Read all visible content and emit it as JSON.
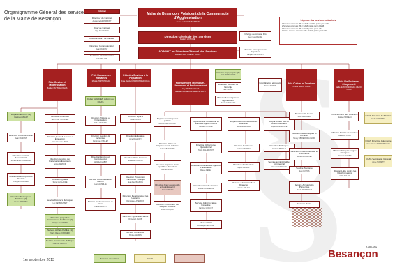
{
  "header": {
    "title": "Organigramme Général des services de la Mairie de Besançon",
    "date": "1er septembre 2013"
  },
  "top": {
    "cabinet": {
      "label": "Cabinet"
    },
    "dir_cabinet": {
      "label": "Directeur de Cabinet",
      "name": "Alexandre GRANDMONT"
    },
    "chef_cabinet": {
      "label": "Chef de Cabinet",
      "name": "Olga FALGAYRAS"
    },
    "collab_cabinet": {
      "label": "Collaborateurs de Cabinet"
    },
    "dir_communication": {
      "label": "Directeur Communication",
      "name": "Jean DUMONT"
    },
    "relations_int": {
      "label": "Relations Internationales",
      "name": "Célia PILLARD"
    },
    "maire": {
      "label": "Maire de Besançon, Président de la Communauté d'Agglomération",
      "name": "Jean Louis FOUSSERET"
    },
    "dgs": {
      "label": "Direction Générale des Services",
      "name": "Patrick AYACHE"
    },
    "adjoint": {
      "label": "ADJOINT au Directeur Général des Services",
      "name": "Bastien RUYSSEN - DGAS"
    },
    "mission_dg": {
      "label": "Chargé de mission DG",
      "name": "Jean Luc ZAGURA"
    },
    "sens": {
      "label": "Service Enseignement Supérieur",
      "name": "Jacques FALCONNET"
    },
    "coord": {
      "label": "Coordination et projets",
      "name": "Pascal TOITOT"
    },
    "topo": {
      "label": "Mission Topographie (1)",
      "name": "Joël MONTAIGNAT"
    },
    "energie": {
      "label": "Direction Maîtrise de l'Énergie",
      "name": "Eric MORIN"
    },
    "amenagement": {
      "label": "Mission Aménagement Agencement",
      "name": "Fanny GROSJEAN"
    }
  },
  "legend": {
    "title": "Légende des services mutualisés",
    "items": [
      "1 Services communs Ville / CAGB et CCAS portés par la Ville",
      "2 Services communs Ville / CAGB portés par la CAGB",
      "3 Services communs Ville / CCAS portés par la Ville",
      "4 Autres services communs Ville / CAGB portés par la Ville"
    ]
  },
  "poles": [
    {
      "label": "Pôle Gestion et Modernisation",
      "name": "Bastien RUYSSEN DGAS"
    },
    {
      "label": "Pôle Ressources Humaines",
      "name": "Mireille TORTOT DGAS"
    },
    {
      "label": "Pôle des Services à la Population",
      "name": "Anne Valérie CHARBONNIER DGAS"
    },
    {
      "label": "Pôle Services Techniques, Urbanisme et Environnement",
      "name": "Guy PRONIER DGST",
      "extra": "Matthieu MAIREDIOR Adjoint au DGST"
    },
    {
      "label": "Pôle Culture et Tourisme",
      "name": "Franck BILLOT DGAS"
    },
    {
      "label": "Pôle Vie Sociale et Citoyenneté",
      "name": "Nadia MANTIONC DGAS Ville DG CCAS"
    }
  ],
  "col1": [
    {
      "label": "Département TIC (1)",
      "name": "Claudie LAMBERT"
    },
    {
      "label": "Direction Communication",
      "name": "Jean DUMONT"
    },
    {
      "label": "Direction Contrôle Administratif",
      "name": "Marie-France FONGEAUD"
    },
    {
      "label": "Mission Développement Durable",
      "name": "Philippe TOURNIER"
    },
    {
      "label": "Direction Stratégie et Territoire (2)",
      "name": "Laurie MARCHET"
    }
  ],
  "col2": [
    {
      "label": "Direction Finances",
      "name": "Jean Louis TOURNIER"
    },
    {
      "label": "Direction Conseil Gestion et Évaluation",
      "name": "Anne Laurence PETIT"
    },
    {
      "label": "Direction Gestion des Partenariats Extérieurs",
      "name": "Agnès REMOND"
    },
    {
      "label": "Direction Qualité",
      "name": "Serge GUILLAUME"
    },
    {
      "label": "Service Dossiers Juridiques",
      "name": "Luc DESBOUSSET"
    },
    {
      "label": "Structure projet des Commandes Publiques (1)",
      "name": "Philippe GAUTHIER"
    },
    {
      "label": "Service Achats Publics (1)",
      "name": "Marie Claude FOURNIER"
    },
    {
      "label": "Service Commande Publique",
      "name": "Jean Luc GRUCHY"
    }
  ],
  "col3": [
    {
      "label": "Didier GRACIEN Adjoint au DGAS",
      "name": ""
    },
    {
      "label": "Direction Pilotage et Organisation",
      "name": "Didier GRACIEN"
    },
    {
      "label": "Direction Gestion du personnel",
      "name": "Dominique VUILLET"
    },
    {
      "label": "Direction Emploi et Compétences",
      "name": "Mathilde CLABOT"
    },
    {
      "label": "Service Communication interne",
      "name": "Laurent VIEILLE"
    },
    {
      "label": "Mission Environnement du travail",
      "name": "Claude MOLLET"
    }
  ],
  "col4": [
    {
      "label": "Direction Sports",
      "name": "Gérard ROVIS"
    },
    {
      "label": "Direction Éducation",
      "name": "Anne DELANOY"
    },
    {
      "label": "Direction Petite Enfance",
      "name": "Bernadette MOLLOT"
    },
    {
      "label": "Direction Prévention Tranquillité Publique",
      "name": "Jean Paul BEUNON"
    },
    {
      "label": "Direction Relation avec les Usagers",
      "name": "Dominique LAPERRON"
    },
    {
      "label": "Direction Hygiène et Santé",
      "name": "Dr Gérard JACOB"
    },
    {
      "label": "Service Commerce",
      "name": "Brigitte MAURIN"
    }
  ],
  "col5": [
    {
      "label": "Département Espaces publics",
      "name": "Marc Antoine DUPONT"
    },
    {
      "label": "Direction Voirie et Déplacements Urbains",
      "name": "Roland BEAUFORT"
    },
    {
      "label": "Direction Espaces Verts, sportifs et forestiers",
      "name": "Romain GILLET"
    },
    {
      "label": "Direction Parc Automobile et Logistique (2)",
      "name": "Alain MORAND"
    },
    {
      "label": "Direction Prévention des Risques Urbains",
      "name": "Bruno FOUQUET"
    }
  ],
  "col6": [
    {
      "label": "Département Urbanisme et Grands Projets Urbains",
      "name": "Bernard PATRICE"
    },
    {
      "label": "Direction Urbanisme Opérationnel",
      "name": "Sylvie MALBRUNOT"
    },
    {
      "label": "Direction Urbanisme Projets et Planification",
      "name": "Claude PEREZ"
    },
    {
      "label": "Direction Grands Travaux",
      "name": "Pascal BOURGEOIS"
    },
    {
      "label": "Service Administration Expertise",
      "name": "Caroline GOGUET"
    },
    {
      "label": "Mission PRU",
      "name": "Frédérique NEUVILLE"
    }
  ],
  "col7": [
    {
      "label": "Département Architecture et Bâtiments",
      "name": "Marie Noëlle GEIB"
    },
    {
      "label": "Direction Patrimoine",
      "name": "Frédéric MOREAU"
    },
    {
      "label": "Direction Architecture",
      "name": "Agnès CRUZEL"
    },
    {
      "label": "Service Administratif et Financier",
      "name": "Antoine PALAGI"
    }
  ],
  "col8": [
    {
      "label": "Département Eau et Assainissement",
      "name": "Roger SOMMEVILLE"
    },
    {
      "label": "Direction Technique",
      "name": "Christian BERAUD"
    },
    {
      "label": "Service administratif et commercial",
      "name": "Vanessa CRAILLOT"
    }
  ],
  "col9": [
    {
      "label": "Muséum du Centre",
      "name": "Steve ALLAUDEN"
    },
    {
      "label": "Direction Bibliothèques et Archives",
      "name": "Nancy SIBIRENKOKLOSOFF"
    },
    {
      "label": "Direction Action Culturelle et Patrimoine",
      "name": "Nicolas BOUSQUET"
    },
    {
      "label": "Service Tourisme",
      "name": "Jean DUVOIS"
    },
    {
      "label": "Service Archéologie Préventive",
      "name": "Claude MONTHOUR"
    },
    {
      "label": "Musées d'Arts",
      "name": ""
    }
  ],
  "col10": [
    {
      "label": "Direction Vie des Quartiers",
      "name": "Mathieu MOREAU"
    },
    {
      "label": "Mission Emploi et Insertion",
      "name": "Géraldine VIDAL"
    },
    {
      "label": "Mission Français langue étrangère",
      "name": "Pascal LACOMBE"
    },
    {
      "label": "Mission Lutte contre les Discriminations",
      "name": "Odile ROLLIN"
    }
  ],
  "ccas": [
    {
      "label": "CCAS Direction Solidarités",
      "name": "Emilie MANOURY"
    },
    {
      "label": "CCAS Direction Autonomie",
      "name": "Anne Claude SOTIROPOULOS"
    },
    {
      "label": "CCAS Secrétariat Général",
      "name": "Annie SCHMITT"
    }
  ],
  "keys": {
    "mutualises": "Services mutualisés",
    "ccas": "CCAS"
  },
  "logo": {
    "ville": "Ville de",
    "name": "Besançon"
  }
}
